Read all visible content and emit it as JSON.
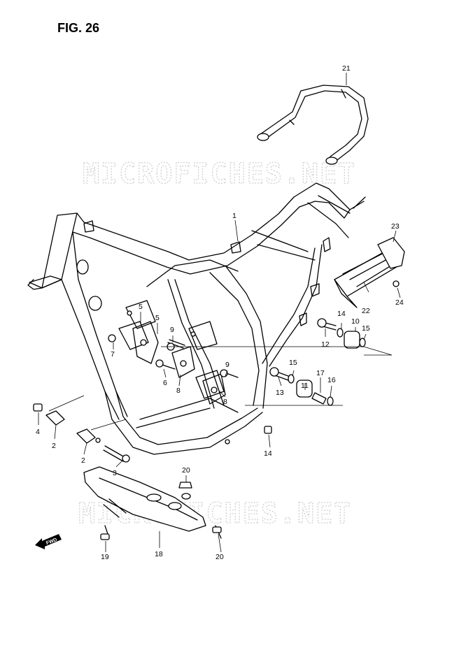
{
  "figure": {
    "title": "FIG. 26",
    "watermark": "MICROFICHES.NET",
    "fwd_label": "FWD"
  },
  "callouts": [
    {
      "id": "c1",
      "text": "1"
    },
    {
      "id": "c2a",
      "text": "2"
    },
    {
      "id": "c2b",
      "text": "2"
    },
    {
      "id": "c3",
      "text": "3"
    },
    {
      "id": "c4",
      "text": "4"
    },
    {
      "id": "c5a",
      "text": "5"
    },
    {
      "id": "c5b",
      "text": "5"
    },
    {
      "id": "c6",
      "text": "6"
    },
    {
      "id": "c7",
      "text": "7"
    },
    {
      "id": "c8a",
      "text": "8"
    },
    {
      "id": "c8b",
      "text": "8"
    },
    {
      "id": "c9a",
      "text": "9"
    },
    {
      "id": "c9b",
      "text": "9"
    },
    {
      "id": "c10",
      "text": "10"
    },
    {
      "id": "c11",
      "text": "11"
    },
    {
      "id": "c12",
      "text": "12"
    },
    {
      "id": "c13",
      "text": "13"
    },
    {
      "id": "c14a",
      "text": "14"
    },
    {
      "id": "c14b",
      "text": "14"
    },
    {
      "id": "c15a",
      "text": "15"
    },
    {
      "id": "c15b",
      "text": "15"
    },
    {
      "id": "c16",
      "text": "16"
    },
    {
      "id": "c17",
      "text": "17"
    },
    {
      "id": "c18",
      "text": "18"
    },
    {
      "id": "c19",
      "text": "19"
    },
    {
      "id": "c20a",
      "text": "20"
    },
    {
      "id": "c20b",
      "text": "20"
    },
    {
      "id": "c21",
      "text": "21"
    },
    {
      "id": "c22",
      "text": "22"
    },
    {
      "id": "c23",
      "text": "23"
    },
    {
      "id": "c24",
      "text": "24"
    }
  ]
}
